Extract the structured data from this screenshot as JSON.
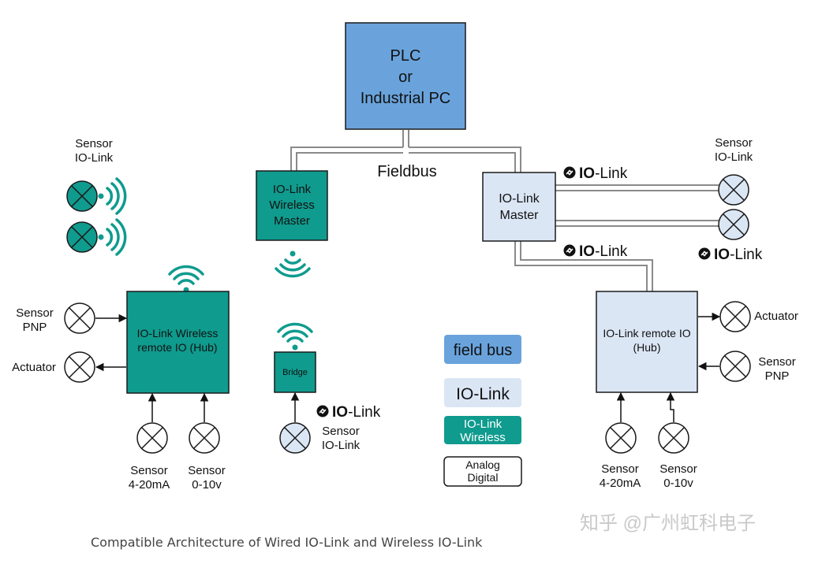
{
  "colors": {
    "plc_blue": "#6aa3dc",
    "light_blue": "#dbe6f5",
    "teal": "#0f9b8e",
    "line_gray": "#8a8a8a",
    "outline": "#1a1a1a"
  },
  "icons": [
    "io-link-logo-icon",
    "wireless-signal-icon",
    "sensor-cross-icon",
    "arrow-icon"
  ],
  "plc": {
    "line1": "PLC",
    "line2": "or",
    "line3": "Industrial PC"
  },
  "fieldbus_label": "Fieldbus",
  "wireless_master": {
    "line1": "IO-Link",
    "line2": "Wireless",
    "line3": "Master"
  },
  "io_link_master": {
    "line1": "IO-Link",
    "line2": "Master"
  },
  "io_link_brand": {
    "bold": "IO",
    "rest": "-Link"
  },
  "sensor_io_link_left": {
    "line1": "Sensor",
    "line2": "IO-Link"
  },
  "sensor_io_link_right": {
    "line1": "Sensor",
    "line2": "IO-Link"
  },
  "wireless_hub": {
    "line1": "IO-Link Wireless",
    "line2": "remote IO (Hub)"
  },
  "left_sensor_pnp": {
    "line1": "Sensor",
    "line2": "PNP"
  },
  "left_actuator": "Actuator",
  "left_sensor_ma": {
    "line1": "Sensor",
    "line2": "4-20mA"
  },
  "left_sensor_v": {
    "line1": "Sensor",
    "line2": "0-10v"
  },
  "bridge": "Bridge",
  "bridge_sensor": {
    "line1": "Sensor",
    "line2": "IO-Link"
  },
  "remote_hub": {
    "line1": "IO-Link remote IO",
    "line2": "(Hub)"
  },
  "right_actuator": "Actuator",
  "right_sensor_pnp": {
    "line1": "Sensor",
    "line2": "PNP"
  },
  "right_sensor_ma": {
    "line1": "Sensor",
    "line2": "4-20mA"
  },
  "right_sensor_v": {
    "line1": "Sensor",
    "line2": "0-10v"
  },
  "legend": {
    "field_bus": "field bus",
    "io_link": "IO-Link",
    "wireless_line1": "IO-Link",
    "wireless_line2": "Wireless",
    "analog": "Analog",
    "digital": "Digital"
  },
  "caption": "Compatible Architecture of Wired IO-Link and Wireless IO-Link",
  "watermark": "知乎 @广州虹科电子"
}
